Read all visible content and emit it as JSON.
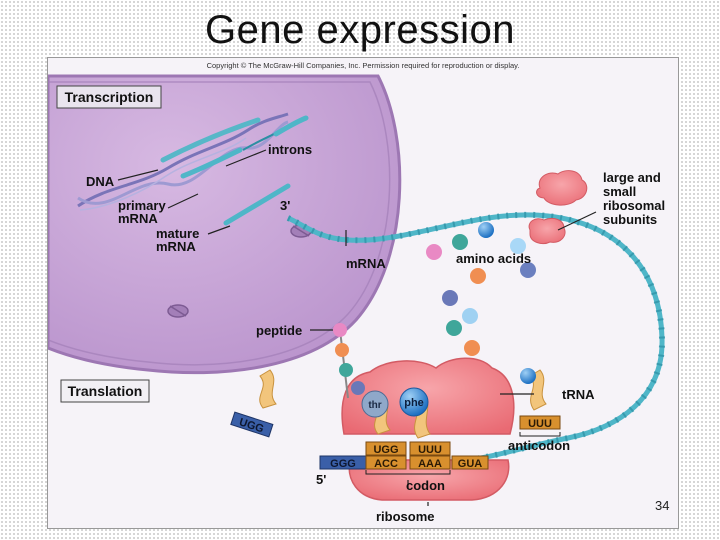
{
  "slide": {
    "title": "Gene expression",
    "page_number": "34"
  },
  "figure": {
    "copyright": "Copyright © The McGraw-Hill Companies, Inc. Permission required for reproduction or display.",
    "section_labels": {
      "transcription": "Transcription",
      "translation": "Translation"
    },
    "labels": {
      "dna": "DNA",
      "introns": "introns",
      "primary_mrna": [
        "primary",
        "mRNA"
      ],
      "mature_mrna": [
        "mature",
        "mRNA"
      ],
      "three_prime": "3'",
      "mrna": "mRNA",
      "amino_acids": "amino acids",
      "large_small_subunits": [
        "large and",
        "small",
        "ribosomal",
        "subunits"
      ],
      "peptide": "peptide",
      "trna": "tRNA",
      "anticodon": "anticodon",
      "codon": "codon",
      "ribosome": "ribosome",
      "five_prime": "5'"
    },
    "amino_acid_names": {
      "thr": "thr",
      "phe": "phe"
    },
    "sequences": {
      "free_trna_anticodon": "UGG",
      "trna_anticodon_right": "UUU",
      "site_anticodon_left": "UGG",
      "site_anticodon_right": "UUU",
      "mrna_before": "GGG",
      "mrna_codon_1": "ACC",
      "mrna_codon_2": "AAA",
      "mrna_after": "GUA"
    },
    "colors": {
      "nucleus": "#c9a2d6",
      "cytoplasm": "#f5f3f7",
      "mrna": "#4fb6c8",
      "ribosome": "#f07f86",
      "trna": "#f2c57c",
      "base_blue": "#3a5fa8",
      "base_orange": "#d8902e"
    }
  }
}
